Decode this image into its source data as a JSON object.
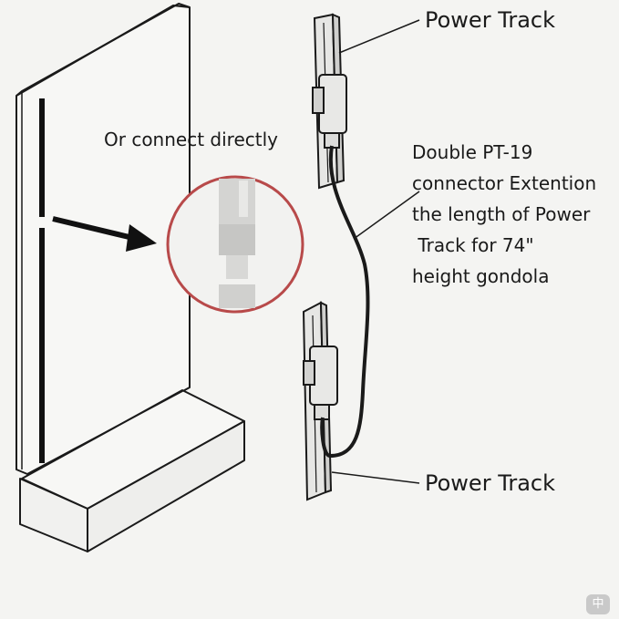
{
  "labels": {
    "power_track_top": "Power Track",
    "power_track_bottom": "Power Track",
    "connect_directly": "Or connect directly",
    "description_lines": [
      "Double PT-19",
      "connector Extention",
      "the length of Power",
      " Track for 74\"",
      "height gondola"
    ]
  },
  "colors": {
    "line": "#1a1a1a",
    "circle_outline": "#b84a4a",
    "background": "#f4f4f2"
  },
  "watermark": "中"
}
